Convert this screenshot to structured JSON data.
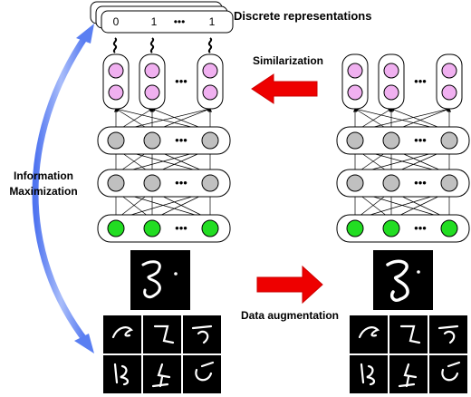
{
  "labels": {
    "discrete": "Discrete representations",
    "similarization": "Similarization",
    "info_line1": "Information",
    "info_line2": "Maximization",
    "augmentation": "Data augmentation"
  },
  "discrete_bits": [
    "0",
    "1",
    "•••",
    "1"
  ],
  "ellipsis": "•••",
  "icons": {
    "output_neuron": "pink-circle",
    "hidden_neuron": "gray-circle",
    "input_neuron": "green-circle",
    "arrow_left": "red-arrow-left",
    "arrow_right": "red-arrow-right",
    "curved_arrow": "blue-double-arrow"
  },
  "colors": {
    "output_neuron": "#f0b0f0",
    "hidden_neuron": "#c0c0c0",
    "input_neuron": "#22dd22",
    "red_arrow": "#ee0000",
    "blue_arrow": "#7c9cf4"
  }
}
